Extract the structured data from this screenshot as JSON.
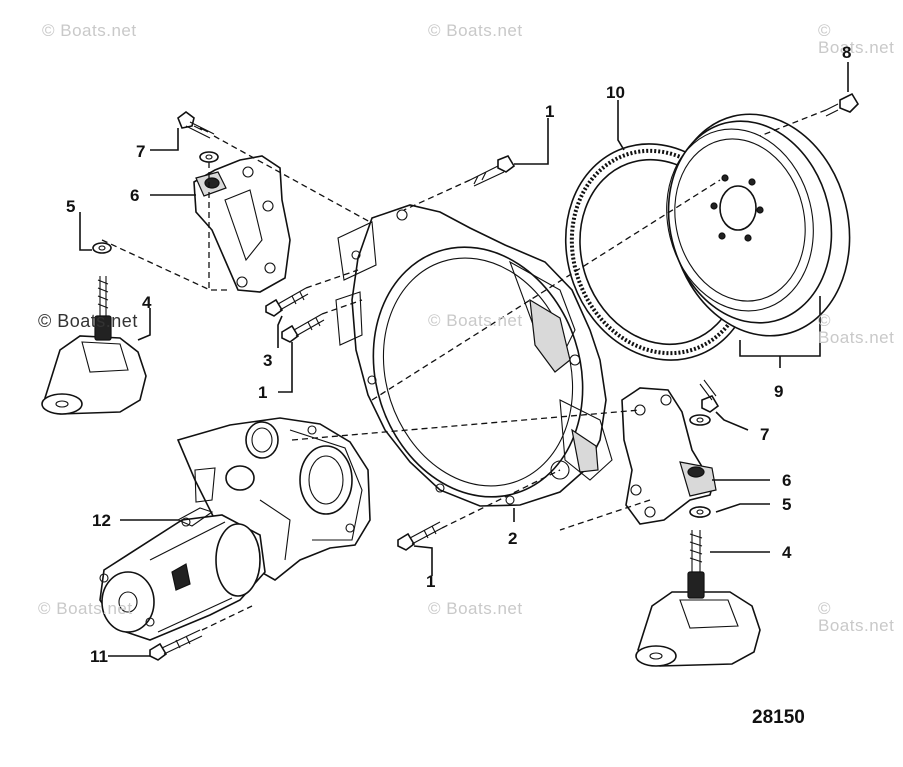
{
  "diagram": {
    "figure_number": "28150",
    "watermark_text": "© Boats.net",
    "callouts": {
      "c1_top": "1",
      "c1_left": "1",
      "c1_bottom": "1",
      "c2": "2",
      "c3": "3",
      "c4_left": "4",
      "c4_right": "4",
      "c5_left": "5",
      "c5_right": "5",
      "c6_left": "6",
      "c6_right": "6",
      "c7_left": "7",
      "c7_right": "7",
      "c8": "8",
      "c9": "9",
      "c10": "10",
      "c11": "11",
      "c12": "12"
    }
  }
}
